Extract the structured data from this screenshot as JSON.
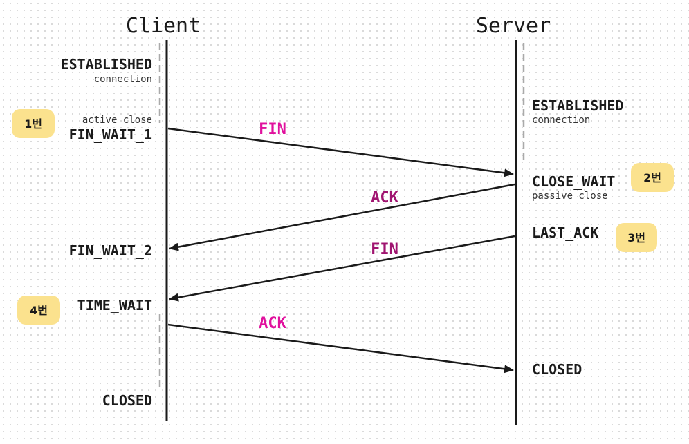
{
  "lifelines": {
    "client": "Client",
    "server": "Server"
  },
  "client_states": {
    "established": "ESTABLISHED",
    "established_sub": "connection",
    "active_close": "active close",
    "fin_wait_1": "FIN_WAIT_1",
    "fin_wait_2": "FIN_WAIT_2",
    "time_wait": "TIME_WAIT",
    "closed": "CLOSED"
  },
  "server_states": {
    "established": "ESTABLISHED",
    "established_sub": "connection",
    "close_wait": "CLOSE_WAIT",
    "passive_close": "passive close",
    "last_ack": "LAST_ACK",
    "closed": "CLOSED"
  },
  "messages": {
    "fin1": "FIN",
    "ack1": "ACK",
    "fin2": "FIN",
    "ack2": "ACK"
  },
  "badges": {
    "b1": "1번",
    "b2": "2번",
    "b3": "3번",
    "b4": "4번"
  },
  "colors": {
    "fin_1": "#e0119d",
    "ack_1": "#a01470",
    "fin_2": "#a01470",
    "ack_2": "#e0119d",
    "badge": "#fbe28e",
    "line": "#1a1a1a",
    "dashed": "#aaaaaa"
  }
}
